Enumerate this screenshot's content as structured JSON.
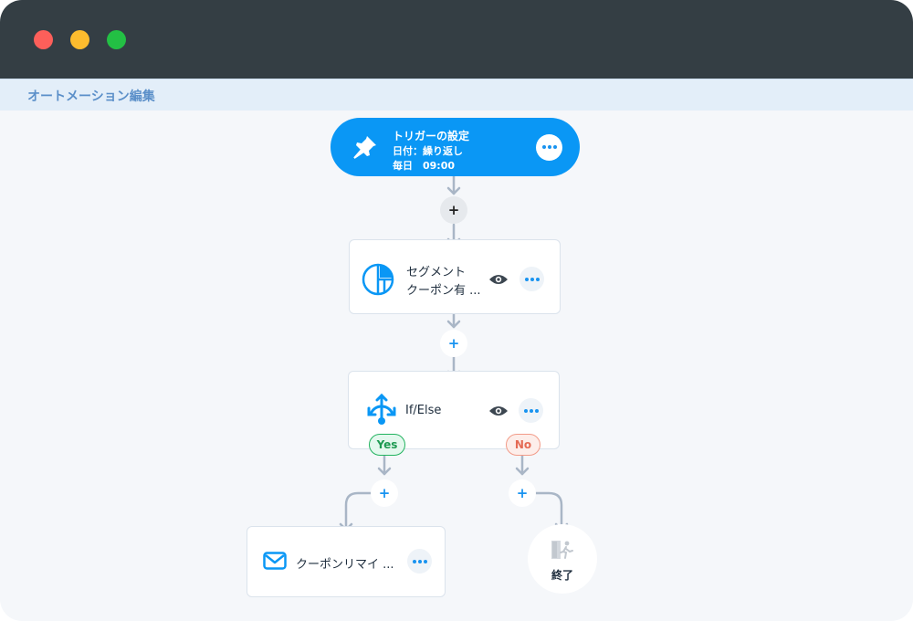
{
  "header": {
    "title": "オートメーション編集"
  },
  "trigger": {
    "title": "トリガーの設定",
    "line2": "日付：繰り返し",
    "line3": "毎日　09:00",
    "icon": "pin-icon"
  },
  "steps": {
    "segment": {
      "line1": "セグメント",
      "line2": "クーポン有 ...",
      "icon": "pie-chart-icon"
    },
    "ifelse": {
      "label": "If/Else",
      "icon": "branch-icon"
    },
    "mail": {
      "label": "クーポンリマイ ...",
      "icon": "envelope-icon"
    },
    "end": {
      "label": "終了",
      "icon": "exit-icon"
    }
  },
  "branches": {
    "yes": "Yes",
    "no": "No"
  },
  "add_label": "+",
  "colors": {
    "accent": "#0a97f5",
    "yes": "#22b35f",
    "no": "#f29b88",
    "titlebar": "#343e44"
  }
}
